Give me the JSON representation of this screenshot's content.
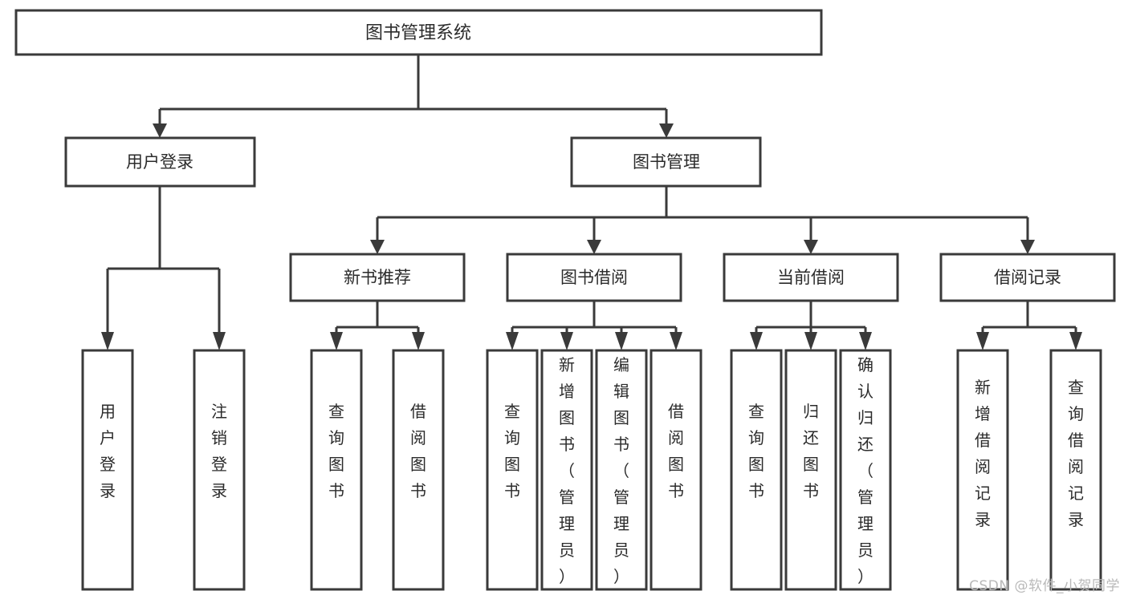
{
  "diagram": {
    "type": "tree",
    "title": "图书管理系统",
    "style": {
      "box_fill": "#ffffff",
      "box_stroke": "#3a3a3a",
      "text_color": "#2b2b2b",
      "background": "#ffffff",
      "watermark_color": "#b9b9b9"
    },
    "root": {
      "label": "图书管理系统"
    },
    "level2": [
      {
        "label": "用户登录"
      },
      {
        "label": "图书管理"
      }
    ],
    "level3": [
      {
        "label": "新书推荐"
      },
      {
        "label": "图书借阅"
      },
      {
        "label": "当前借阅"
      },
      {
        "label": "借阅记录"
      }
    ],
    "leaves": {
      "user_login": [
        {
          "label": "用户登录"
        },
        {
          "label": "注销登录"
        }
      ],
      "new_book_recommend": [
        {
          "label": "查询图书"
        },
        {
          "label": "借阅图书"
        }
      ],
      "book_borrow": [
        {
          "label": "查询图书"
        },
        {
          "label": "新增图书（管理员）"
        },
        {
          "label": "编辑图书（管理员）"
        },
        {
          "label": "借阅图书"
        }
      ],
      "current_borrow": [
        {
          "label": "查询图书"
        },
        {
          "label": "归还图书"
        },
        {
          "label": "确认归还（管理员）"
        }
      ],
      "borrow_record": [
        {
          "label": "新增借阅记录"
        },
        {
          "label": "查询借阅记录"
        }
      ]
    }
  },
  "watermark": {
    "text": "CSDN @软件_小贺同学"
  }
}
